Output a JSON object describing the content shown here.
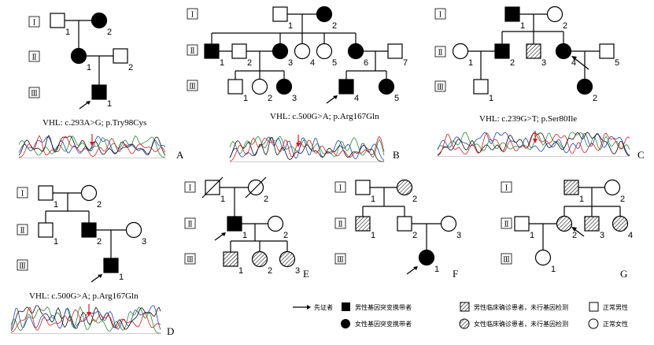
{
  "generation_labels": [
    "Ⅰ",
    "Ⅱ",
    "Ⅲ"
  ],
  "panels": [
    {
      "label": "A",
      "mutation": "VHL: c.293A>G; p.Try98Cys"
    },
    {
      "label": "B",
      "mutation": "VHL: c.500G>A; p.Arg167Gln"
    },
    {
      "label": "C",
      "mutation": "VHL: c.239G>T; p.Ser80Ile"
    },
    {
      "label": "D",
      "mutation": "VHL: c.500G>A; p.Arg167Gln"
    },
    {
      "label": "E",
      "mutation": ""
    },
    {
      "label": "F",
      "mutation": ""
    },
    {
      "label": "G",
      "mutation": ""
    }
  ],
  "legend": {
    "proband": "先证者",
    "male_carrier": "男性基因突变携带者",
    "female_carrier": "女性基因突变携带者",
    "male_clinical": "男性临床确诊患者，未行基因检测",
    "female_clinical": "女性临床确诊患者，未行基因检测",
    "normal_male": "正常男性",
    "normal_female": "正常女性"
  },
  "colors": {
    "trace_red": "#cc2222",
    "trace_green": "#2a8a3a",
    "trace_blue": "#2244aa",
    "trace_black": "#111111",
    "arrow_red": "#cc2222"
  }
}
